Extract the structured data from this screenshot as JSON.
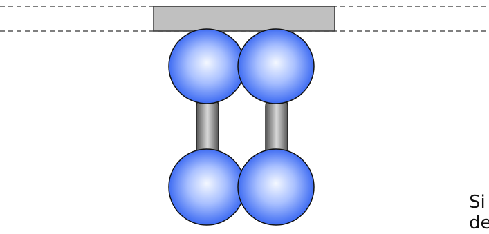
{
  "caption": {
    "line1": "Si",
    "line2": "de"
  },
  "colors": {
    "background": "#ffffff",
    "dashed_line": "#333333",
    "surface_fill": "#c0c0c0",
    "surface_stroke": "#333333",
    "ball_center": "#f4f8ff",
    "ball_mid": "#7da0ff",
    "ball_edge": "#2a5cf0",
    "ball_stroke": "#111111",
    "rod_light": "#d9d9d9",
    "rod_dark": "#555555",
    "rod_stroke": "#222222"
  },
  "structure": {
    "pillars": 2,
    "balls_per_pillar": 2
  }
}
